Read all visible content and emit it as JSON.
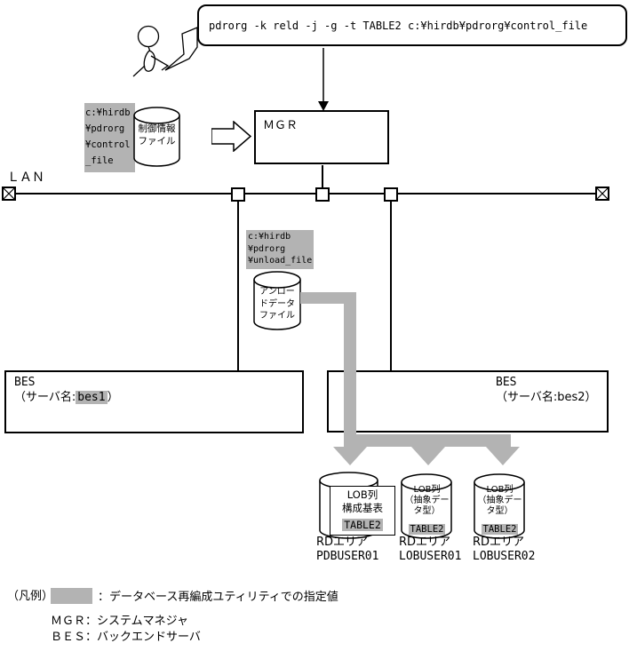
{
  "command": "pdrorg -k reld -j -g -t TABLE2 c:¥hirdb¥pdrorg¥control_file",
  "colors": {
    "highlight_gray": "#b3b3b3",
    "flow_arrow": "#b3b3b3",
    "line": "#000000"
  },
  "icons": {
    "person": "stick-figure",
    "database": "cylinder",
    "lan_terminator": "crossed-box",
    "input_arrow": "hollow-right-arrow"
  },
  "control_file": {
    "path": "c:¥hirdb\n¥pdrorg\n¥control\n_file",
    "cylinder_label": "制御情報\nファイル"
  },
  "mgr_box": {
    "label": "ＭＧＲ"
  },
  "lan": {
    "label": "ＬＡＮ"
  },
  "unload_file": {
    "path": "c:¥hirdb\n¥pdrorg\n¥unload_file",
    "cylinder_label": "アンロー\nドデータ\nファイル"
  },
  "bes1": {
    "title": "BES",
    "server_prefix": "（サーバ名:",
    "server_name": "bes1",
    "server_suffix": "）"
  },
  "bes2": {
    "title": "BES",
    "server_label": "（サーバ名:bes2）"
  },
  "rd_areas": [
    {
      "cylinder_lines": "LOB列\n構成基表",
      "table": "TABLE2",
      "area_type": "RDエリア",
      "area_name": "PDBUSER01"
    },
    {
      "cylinder_lines": "LOB列\n（抽象デー\nタ型）",
      "table": "TABLE2",
      "area_type": "RDエリア",
      "area_name": "LOBUSER01"
    },
    {
      "cylinder_lines": "LOB列\n（抽象デー\nタ型）",
      "table": "TABLE2",
      "area_type": "RDエリア",
      "area_name": "LOBUSER02"
    }
  ],
  "legend": {
    "title": "（凡例）",
    "swatch_desc": "：データベース再編成ユティリティでの指定値",
    "mgr": "ＭＧＲ：システムマネジャ",
    "bes": "ＢＥＳ：バックエンドサーバ"
  }
}
